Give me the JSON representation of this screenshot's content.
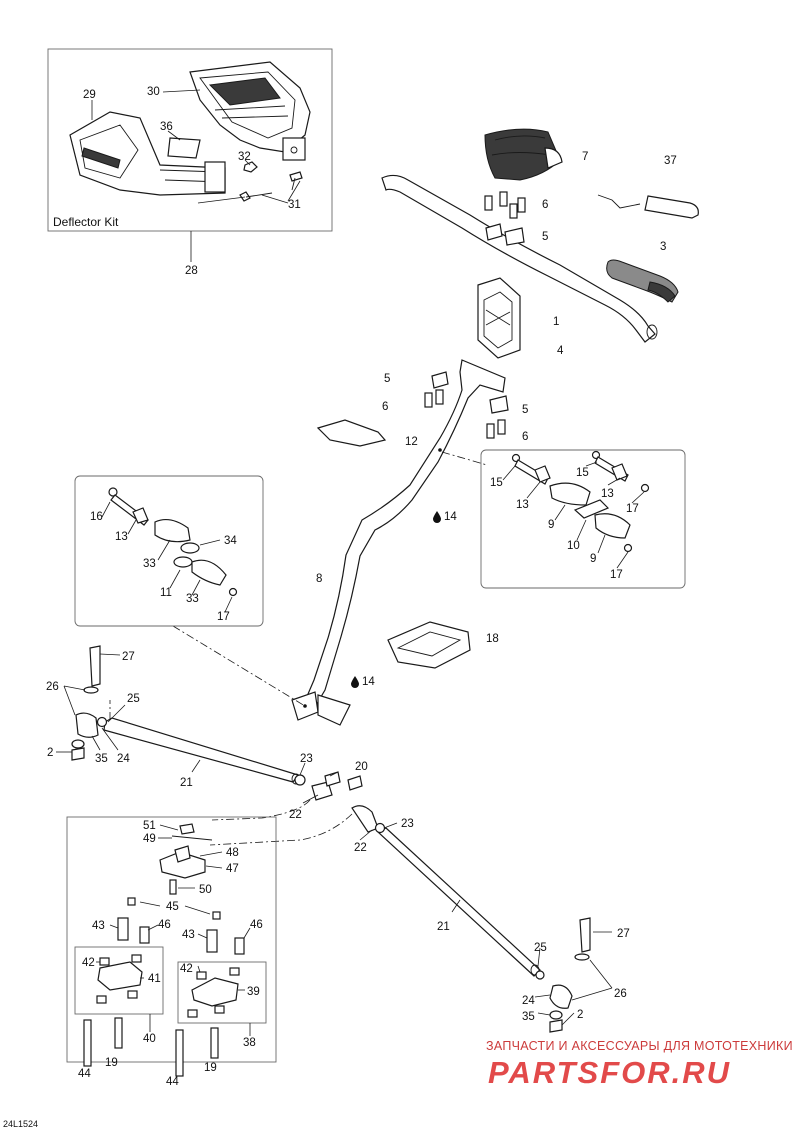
{
  "diagram": {
    "drawing_code": "24L1524",
    "deflector_kit_title": "Deflector Kit",
    "watermark": {
      "tagline": "ЗАПЧАСТИ И АКСЕССУАРЫ ДЛЯ МОТОТЕХНИКИ",
      "brand": "PARTSFOR.RU"
    },
    "callouts": {
      "c28": "28",
      "c29": "29",
      "c30": "30",
      "c36": "36",
      "c32": "32",
      "c31": "31",
      "c7": "7",
      "c37": "37",
      "c6a": "6",
      "c5a": "5",
      "c3": "3",
      "c1": "1",
      "c4": "4",
      "c5b": "5",
      "c6b": "6",
      "c5c": "5",
      "c6c": "6",
      "c12": "12",
      "c14a": "14",
      "c14b": "14",
      "c8": "8",
      "c18": "18",
      "c16": "16",
      "c13a": "13",
      "c34": "34",
      "c33a": "33",
      "c11": "11",
      "c33b": "33",
      "c17a": "17",
      "c15a": "15",
      "c15b": "15",
      "c13b": "13",
      "c13c": "13",
      "c17b": "17",
      "c9a": "9",
      "c10": "10",
      "c9b": "9",
      "c17c": "17",
      "c27a": "27",
      "c26a": "26",
      "c25a": "25",
      "c2a": "2",
      "c35a": "35",
      "c24a": "24",
      "c21a": "21",
      "c23a": "23",
      "c22a": "22",
      "c20": "20",
      "c23b": "23",
      "c22b": "22",
      "c21b": "21",
      "c25b": "25",
      "c27b": "27",
      "c26b": "26",
      "c24b": "24",
      "c35b": "35",
      "c2b": "2",
      "c51": "51",
      "c49": "49",
      "c48": "48",
      "c47": "47",
      "c50": "50",
      "c45": "45",
      "c43a": "43",
      "c46a": "46",
      "c43b": "43",
      "c46b": "46",
      "c42a": "42",
      "c41": "41",
      "c42b": "42",
      "c39": "39",
      "c40": "40",
      "c38": "38",
      "c44a": "44",
      "c19a": "19",
      "c44b": "44",
      "c19b": "19"
    }
  }
}
